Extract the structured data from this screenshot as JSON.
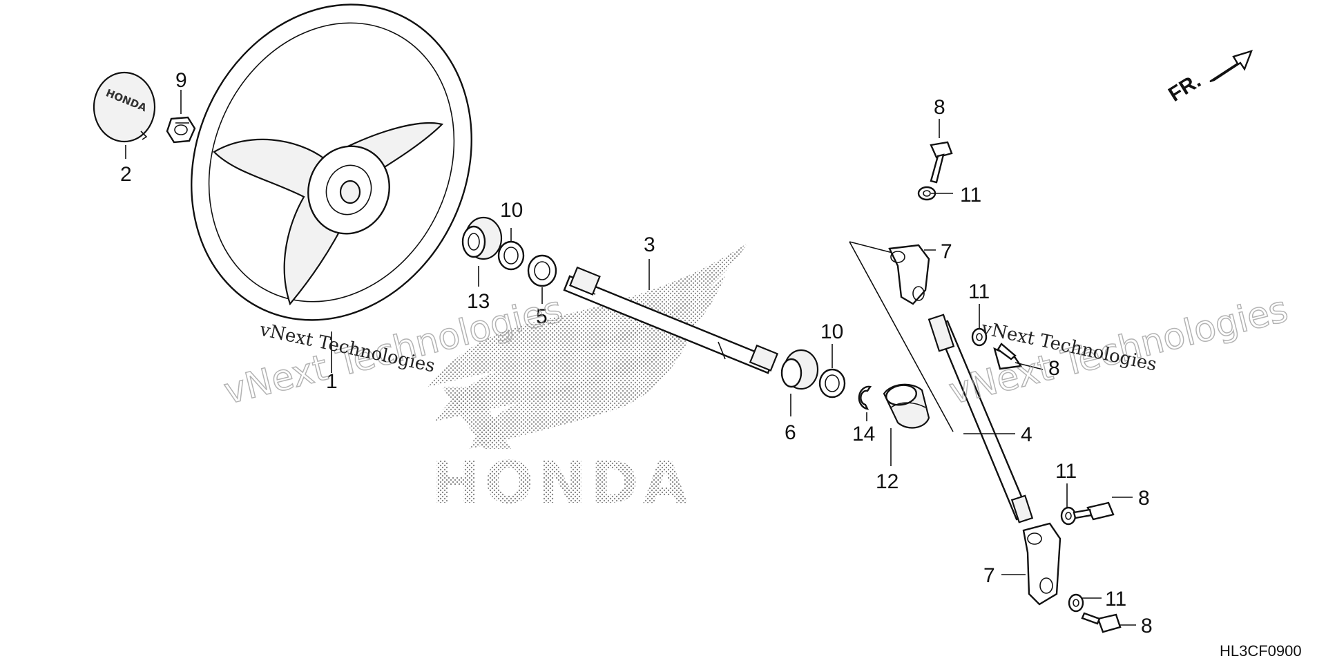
{
  "diagram": {
    "code": "HL3CF0900",
    "direction_label": "FR.",
    "brand_logo_text": "HONDA",
    "cap_emblem_text": "HONDA",
    "watermark": "vNext Technologies",
    "callouts": [
      {
        "id": "c1",
        "label": "1"
      },
      {
        "id": "c2",
        "label": "2"
      },
      {
        "id": "c3",
        "label": "3"
      },
      {
        "id": "c4",
        "label": "4"
      },
      {
        "id": "c5",
        "label": "5"
      },
      {
        "id": "c6",
        "label": "6"
      },
      {
        "id": "c7a",
        "label": "7"
      },
      {
        "id": "c7b",
        "label": "7"
      },
      {
        "id": "c8a",
        "label": "8"
      },
      {
        "id": "c8b",
        "label": "8"
      },
      {
        "id": "c8c",
        "label": "8"
      },
      {
        "id": "c8d",
        "label": "8"
      },
      {
        "id": "c9",
        "label": "9"
      },
      {
        "id": "c10a",
        "label": "10"
      },
      {
        "id": "c10b",
        "label": "10"
      },
      {
        "id": "c11a",
        "label": "11"
      },
      {
        "id": "c11b",
        "label": "11"
      },
      {
        "id": "c11c",
        "label": "11"
      },
      {
        "id": "c11d",
        "label": "11"
      },
      {
        "id": "c12",
        "label": "12"
      },
      {
        "id": "c13",
        "label": "13"
      },
      {
        "id": "c14",
        "label": "14"
      }
    ]
  }
}
